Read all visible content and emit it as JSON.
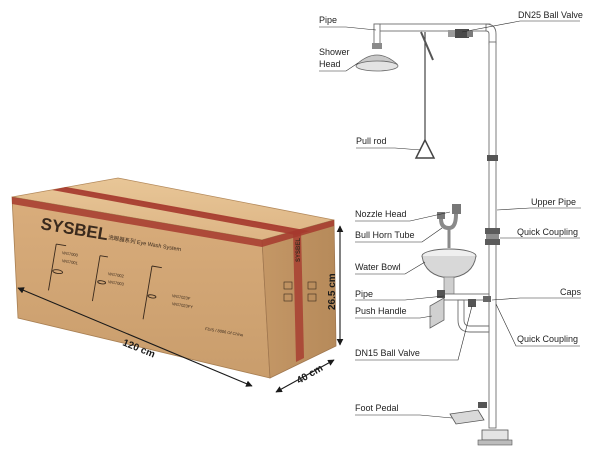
{
  "box": {
    "brand": "SYSBEL",
    "product_title": "洗眼器系列 Eye Wash System",
    "models_left": [
      "WG7000",
      "WG7001"
    ],
    "models_mid": [
      "WG7002",
      "WG7003"
    ],
    "models_right": [
      "WG7023F",
      "WG7023FY"
    ],
    "footer": "FDIS / 8006 Of China",
    "side_text": "SYSBEL"
  },
  "dimensions": {
    "length": "120 cm",
    "width": "40 cm",
    "height": "26.5 cm"
  },
  "callouts": {
    "pipe_top": "Pipe",
    "dn25_ball_valve": "DN25 Ball Valve",
    "shower_head": [
      "Shower",
      "Head"
    ],
    "pull_rod": "Pull rod",
    "upper_pipe": "Upper Pipe",
    "nozzle_head": "Nozzle Head",
    "quick_coupling_upper": "Quick Coupling",
    "bull_horn_tube": "Bull Horn Tube",
    "water_bowl": "Water Bowl",
    "caps": "Caps",
    "pipe_mid": "Pipe",
    "push_handle": "Push Handle",
    "quick_coupling_lower": "Quick Coupling",
    "dn15_ball_valve": "DN15 Ball Valve",
    "foot_pedal": "Foot Pedal"
  },
  "colors": {
    "cardboard_front": "#d4a877",
    "cardboard_top": "#e2bd8c",
    "cardboard_side": "#c29563",
    "tape": "#a63a2e",
    "brand_text": "#3a2a1d"
  }
}
